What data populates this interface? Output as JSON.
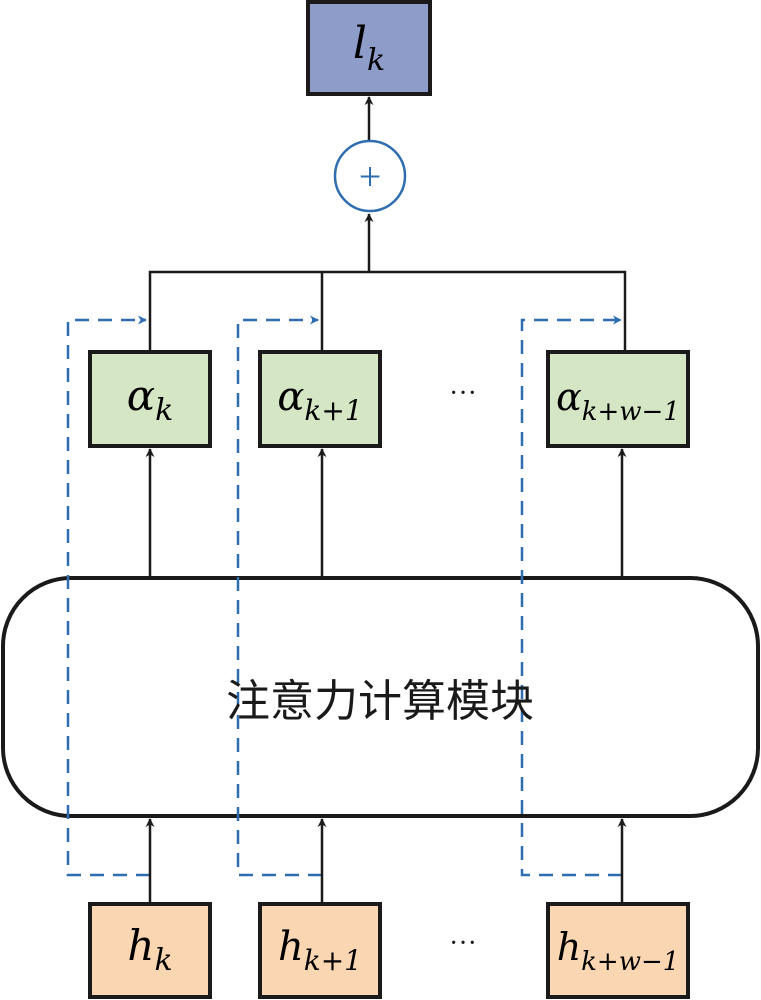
{
  "colors": {
    "output_box": "#8E9CC9",
    "attention_box": "#D5E6C5",
    "input_box": "#FBD6B2",
    "stroke": "#1a1a1a",
    "accent_blue": "#2E6DB0"
  },
  "output": {
    "base": "l",
    "sub": "k"
  },
  "adder": {
    "symbol": "+"
  },
  "weights": [
    {
      "base": "α",
      "sub": "k"
    },
    {
      "base": "α",
      "sub": "k+1"
    },
    {
      "base": "α",
      "sub": "k+w−1"
    }
  ],
  "module": {
    "label": "注意力计算模块"
  },
  "inputs": [
    {
      "base": "h",
      "sub": "k"
    },
    {
      "base": "h",
      "sub": "k+1"
    },
    {
      "base": "h",
      "sub": "k+w−1"
    }
  ],
  "ellipsis": "···"
}
